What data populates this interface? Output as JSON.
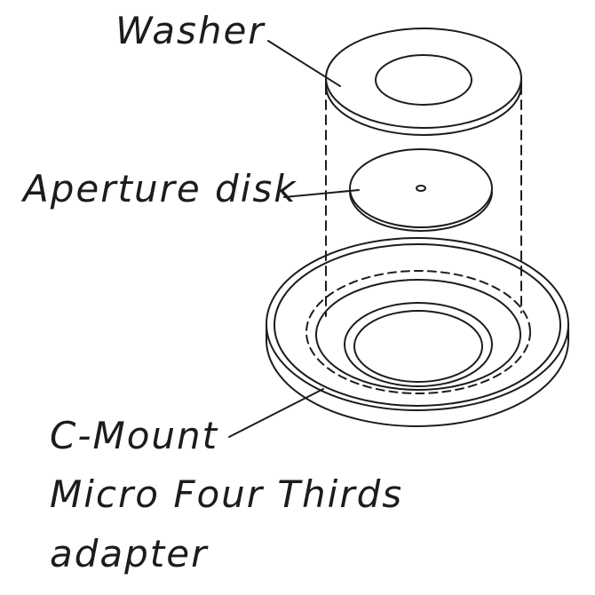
{
  "diagram": {
    "background": "#ffffff",
    "stroke_color": "#1c1c1c",
    "labels": {
      "washer": "Washer",
      "aperture_disk": "Aperture disk",
      "adapter_line1": "C-Mount",
      "adapter_line2": "Micro Four Thirds",
      "adapter_line3": "adapter"
    }
  }
}
